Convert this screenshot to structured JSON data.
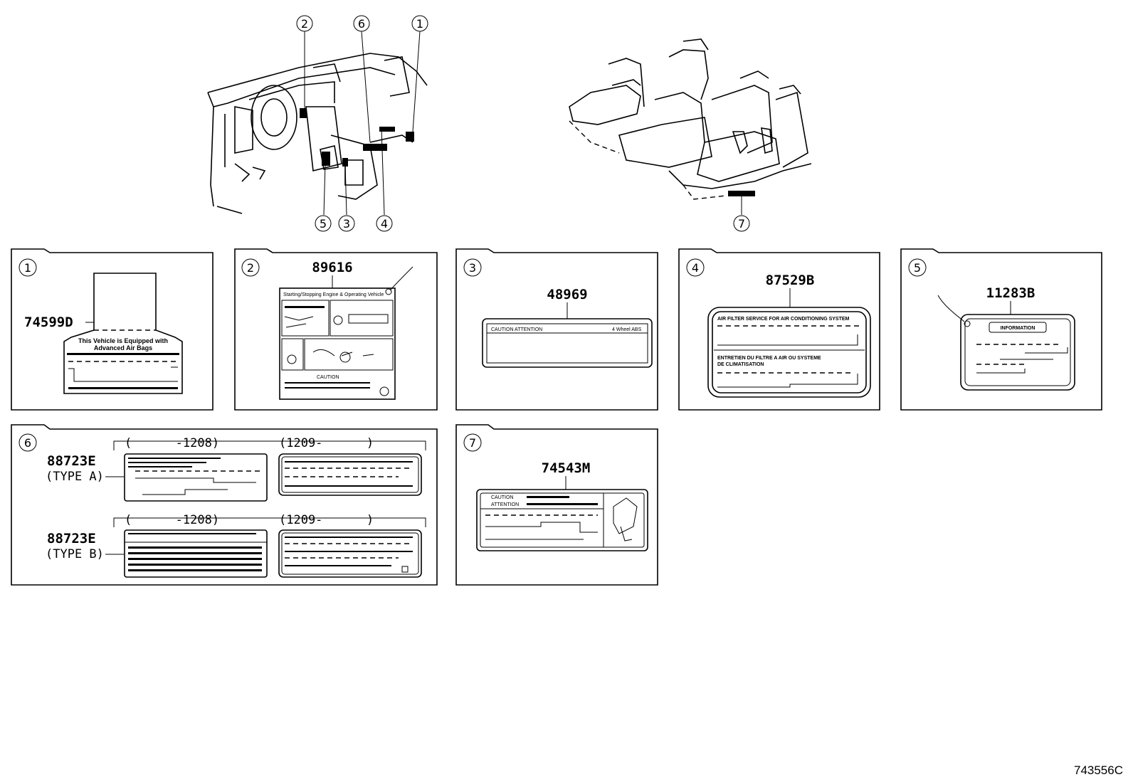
{
  "figure_id": "743556C",
  "callouts": [
    "1",
    "2",
    "3",
    "4",
    "5",
    "6",
    "7"
  ],
  "panels": {
    "p1": {
      "number": "1",
      "part": "74599D",
      "label_line1": "This Vehicle is Equipped with",
      "label_line2": "Advanced Air Bags"
    },
    "p2": {
      "number": "2",
      "part": "89616",
      "label_header": "Starting/Stopping Engine & Operating Vehicle",
      "caution": "CAUTION"
    },
    "p3": {
      "number": "3",
      "part": "48969",
      "label_text": "CAUTION  ATTENTION",
      "label_right": "4 Wheel ABS"
    },
    "p4": {
      "number": "4",
      "part": "87529B",
      "label_en": "AIR FILTER SERVICE FOR AIR CONDITIONING SYSTEM",
      "label_fr1": "ENTRETIEN DU FILTRE A AIR OU SYSTEME",
      "label_fr2": "DE CLIMATISATION"
    },
    "p5": {
      "number": "5",
      "part": "11283B",
      "label_text": "INFORMATION"
    },
    "p6": {
      "number": "6",
      "part_a": "88723E",
      "type_a": "(TYPE  A)",
      "part_b": "88723E",
      "type_b": "(TYPE  B)",
      "range_early": "(      -1208)",
      "range_late": "(1209-      )"
    },
    "p7": {
      "number": "7",
      "part": "74543M",
      "caution": "CAUTION",
      "attention": "ATTENTION"
    }
  }
}
